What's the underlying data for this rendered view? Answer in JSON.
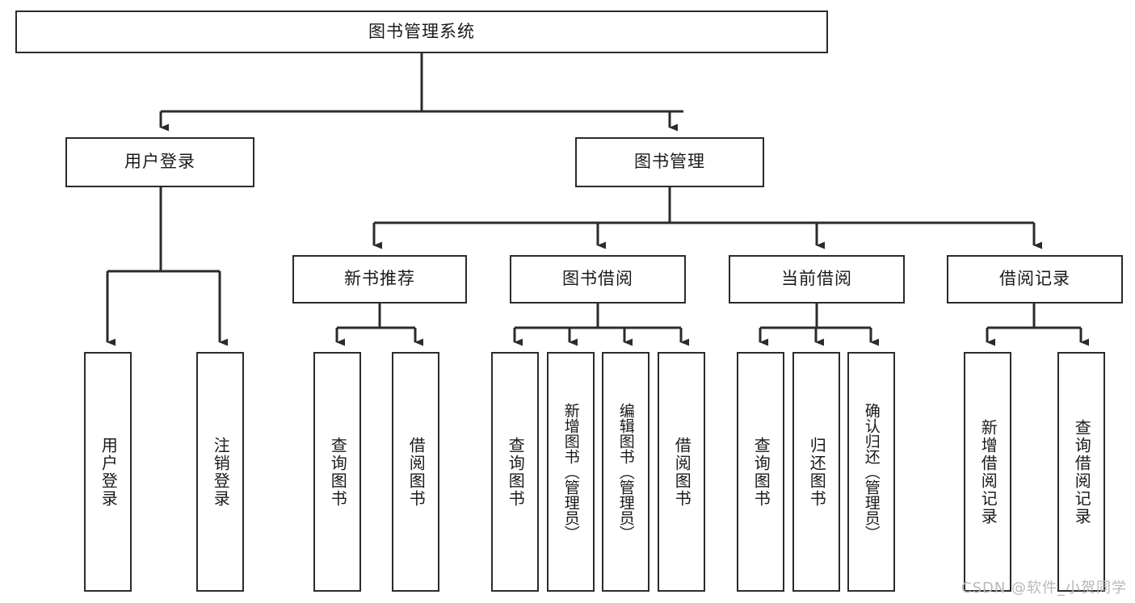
{
  "diagram": {
    "type": "tree-hierarchy-chart",
    "title": "图书管理系统",
    "watermark": "CSDN @软件_小贺同学",
    "colors": {
      "stroke": "#2b2b2b",
      "fill": "#ffffff",
      "text": "#1a1a1a",
      "watermark": "#b8b8b8"
    },
    "nodes": {
      "root": {
        "label": "图书管理系统",
        "level": 1
      },
      "user_login": {
        "label": "用户登录",
        "level": 2
      },
      "book_manage": {
        "label": "图书管理",
        "level": 2
      },
      "new_book_rec": {
        "label": "新书推荐",
        "level": 3
      },
      "book_borrow": {
        "label": "图书借阅",
        "level": 3
      },
      "current_borrow": {
        "label": "当前借阅",
        "level": 3
      },
      "borrow_record": {
        "label": "借阅记录",
        "level": 3
      },
      "leaf_user_login": {
        "label": "用户登录",
        "level": 4
      },
      "leaf_logout": {
        "label": "注销登录",
        "level": 4
      },
      "leaf_query_book_a": {
        "label": "查询图书",
        "level": 4
      },
      "leaf_borrow_book_a": {
        "label": "借阅图书",
        "level": 4
      },
      "leaf_query_book_b": {
        "label": "查询图书",
        "level": 4
      },
      "leaf_add_book": {
        "label": "新增图书（管理员）",
        "level": 4
      },
      "leaf_edit_book": {
        "label": "编辑图书（管理员）",
        "level": 4
      },
      "leaf_borrow_book_b": {
        "label": "借阅图书",
        "level": 4
      },
      "leaf_query_book_c": {
        "label": "查询图书",
        "level": 4
      },
      "leaf_return_book": {
        "label": "归还图书",
        "level": 4
      },
      "leaf_confirm_return": {
        "label": "确认归还（管理员）",
        "level": 4
      },
      "leaf_add_record": {
        "label": "新增借阅记录",
        "level": 4
      },
      "leaf_query_record": {
        "label": "查询借阅记录",
        "level": 4
      }
    }
  }
}
